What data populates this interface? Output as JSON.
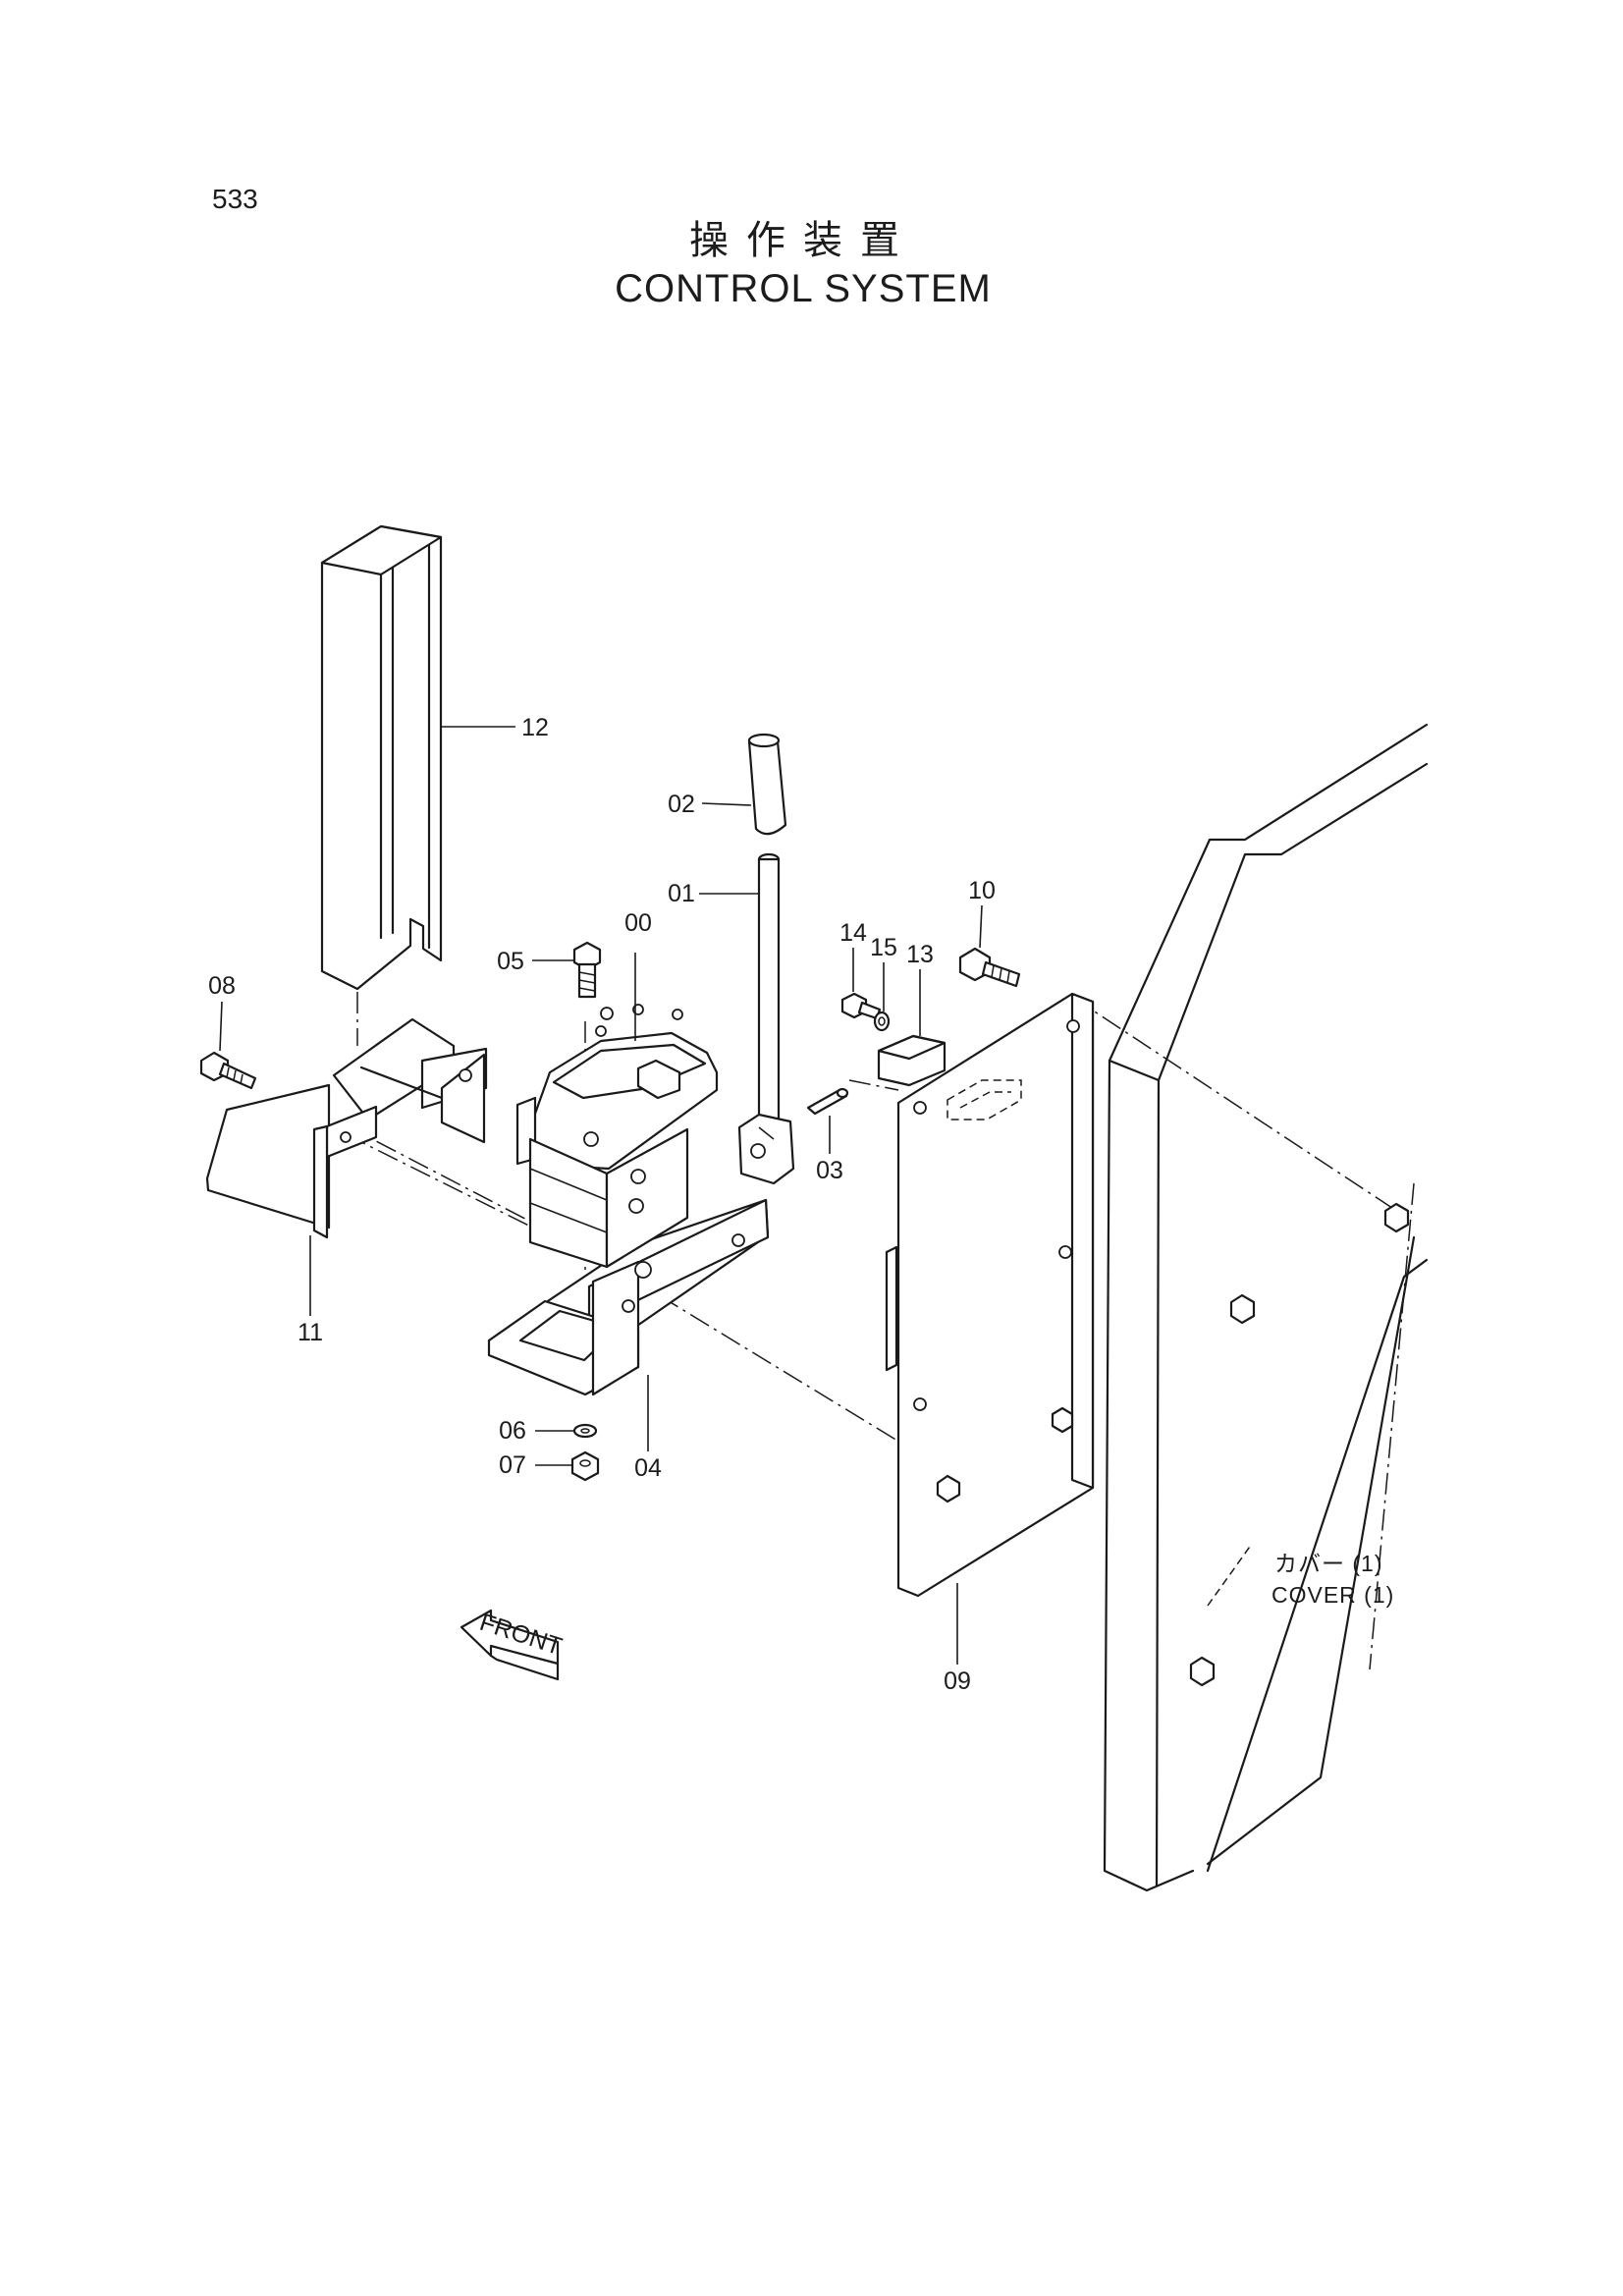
{
  "page_number": "533",
  "title": {
    "japanese": "操作装置",
    "english": "CONTROL SYSTEM"
  },
  "callouts": {
    "c00": "00",
    "c01": "01",
    "c02": "02",
    "c03": "03",
    "c04": "04",
    "c05": "05",
    "c06": "06",
    "c07": "07",
    "c08": "08",
    "c09": "09",
    "c10": "10",
    "c11": "11",
    "c12": "12",
    "c13": "13",
    "c14": "14",
    "c15": "15"
  },
  "reference_note": {
    "japanese": "カバー (1)",
    "english": "COVER (1)"
  },
  "front_arrow_label": "FRONT"
}
